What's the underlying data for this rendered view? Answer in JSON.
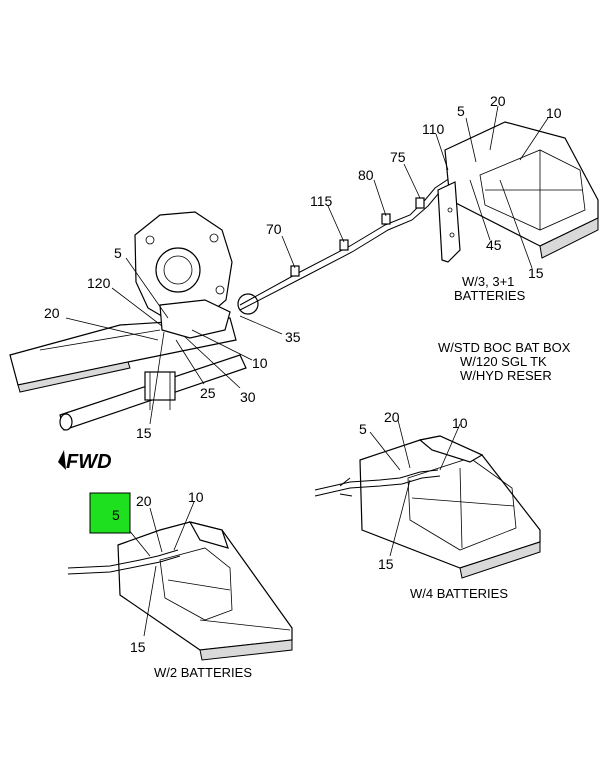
{
  "callouts": {
    "main": [
      "5",
      "120",
      "20",
      "15",
      "25",
      "30",
      "10",
      "35",
      "70",
      "115",
      "80",
      "75",
      "110",
      "5",
      "20",
      "10",
      "45",
      "15"
    ],
    "w4": [
      "5",
      "20",
      "10",
      "15"
    ],
    "w2": [
      "5",
      "20",
      "10",
      "15"
    ]
  },
  "captions": {
    "w3": [
      "W/3, 3+1",
      "BATTERIES"
    ],
    "std": [
      "W/STD BOC BAT BOX",
      "W/120 SGL TK",
      "W/HYD RESER"
    ],
    "w4": "W/4 BATTERIES",
    "w2": "W/2 BATTERIES"
  },
  "fwd_label": "FWD",
  "highlight_color": "#1fe01f"
}
